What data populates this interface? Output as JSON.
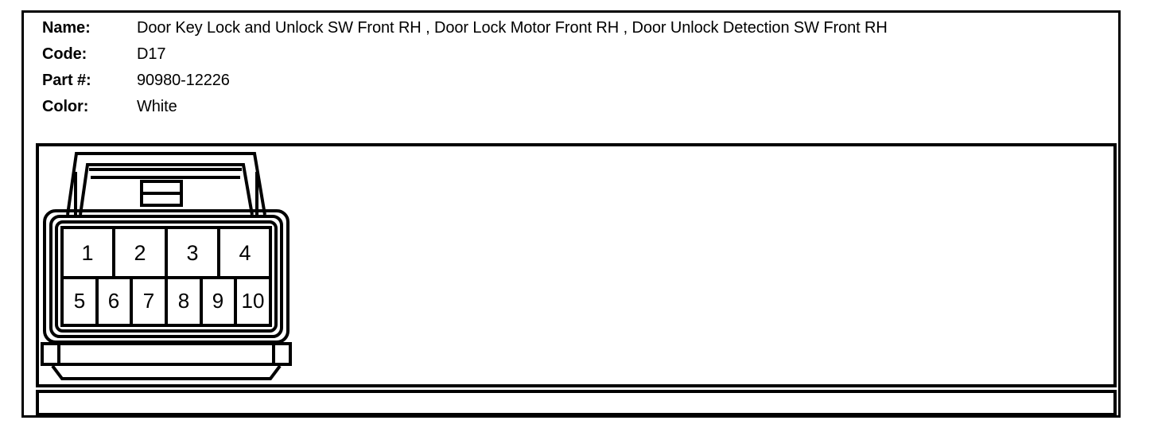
{
  "page": {
    "background_color": "#ffffff",
    "line_color": "#000000"
  },
  "info": {
    "rows": [
      {
        "label": "Name:",
        "value": "Door Key Lock and Unlock SW Front RH , Door Lock Motor Front RH , Door Unlock Detection SW Front RH"
      },
      {
        "label": "Code:",
        "value": "D17"
      },
      {
        "label": "Part #:",
        "value": "90980-12226"
      },
      {
        "label": "Color:",
        "value": "White"
      }
    ]
  },
  "connector": {
    "name": "10-way rectangular connector face view",
    "cavity_count": 10,
    "rows": [
      {
        "row_index": 1,
        "pins": [
          "1",
          "2",
          "3",
          "4"
        ]
      },
      {
        "row_index": 2,
        "pins": [
          "5",
          "6",
          "7",
          "8",
          "9",
          "10"
        ]
      }
    ],
    "features": {
      "latch_label": "locking-tab",
      "shell_label": "connector-shell",
      "skirt_label": "connector-skirt"
    }
  },
  "note_box": {
    "text": ""
  }
}
